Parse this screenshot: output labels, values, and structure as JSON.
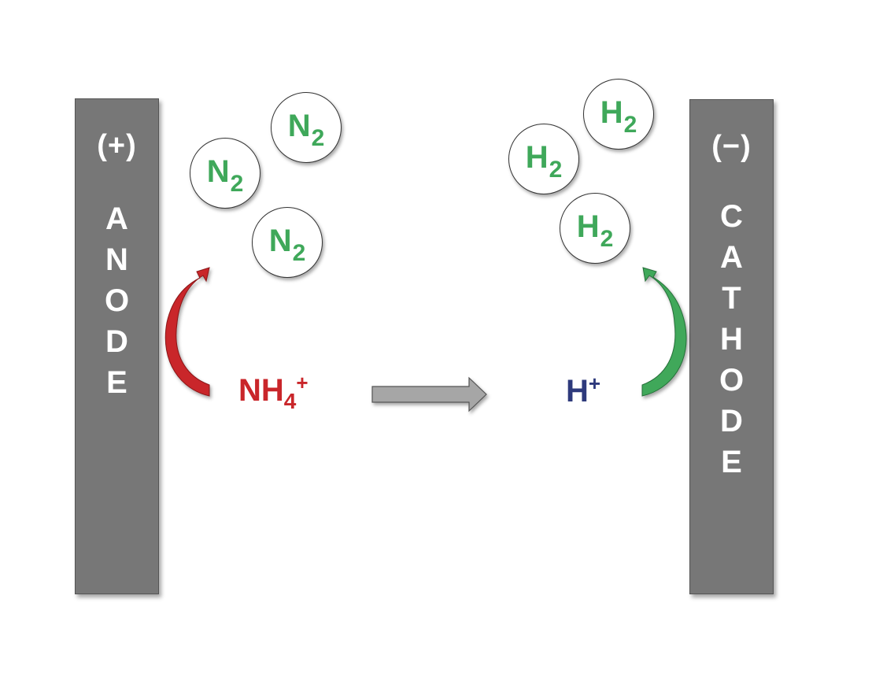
{
  "anode": {
    "polarity": "(+)",
    "label": "ANODE"
  },
  "cathode": {
    "polarity": "(−)",
    "label": "CATHODE"
  },
  "molecules": {
    "n2": {
      "symbol": "N",
      "subscript": "2",
      "color": "#3fa85a"
    },
    "h2": {
      "symbol": "H",
      "subscript": "2",
      "color": "#3fa85a"
    }
  },
  "ions": {
    "ammonium": {
      "symbol": "NH",
      "subscript": "4",
      "charge": "+",
      "color": "#c9262a"
    },
    "proton": {
      "symbol": "H",
      "charge": "+",
      "color": "#2e3a7c"
    }
  },
  "colors": {
    "electrode": "#777777",
    "oxidation_arrow": "#c9262a",
    "reduction_arrow": "#3fa85a",
    "migration_arrow": "#a6a6a6"
  }
}
